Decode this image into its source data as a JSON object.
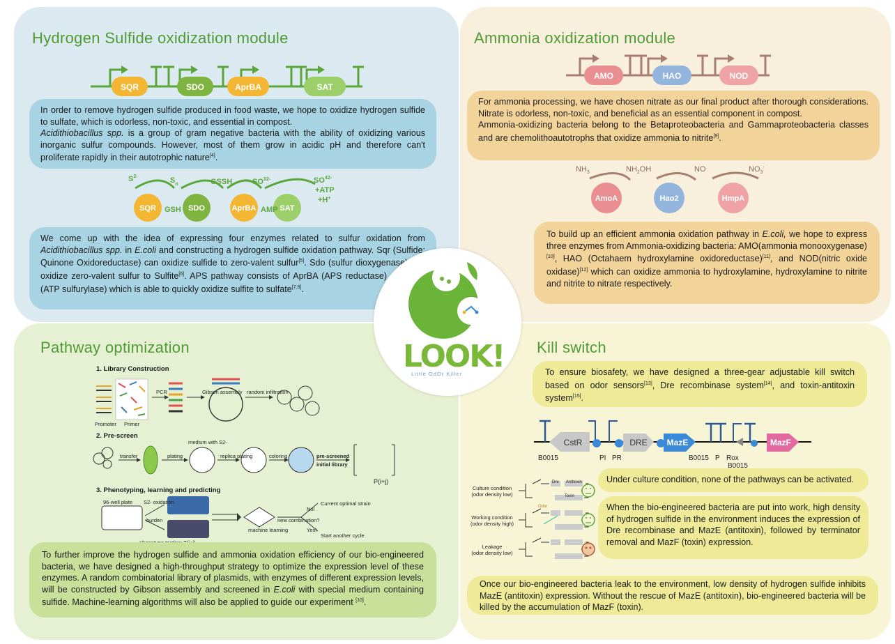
{
  "h2s": {
    "title": "Hydrogen Sulfide oxidization module",
    "accent_color": "#5aa63a",
    "genes": [
      "SQR",
      "SDO",
      "AprBA",
      "SAT"
    ],
    "box1": {
      "p1": "In order to remove hydrogen sulfide produced in food waste, we hope to oxidize hydrogen sulfide to sulfate, which is odorless, non-toxic, and essential in compost.",
      "p2_italic": "Acidithiobacillus spp.",
      "p2_rest": " is a group of gram negative bacteria with the ability of oxidizing various inorganic sulfur compounds. However, most of them grow in acidic pH and therefore can't proliferate rapidly in their autotrophic nature",
      "ref": "[4]",
      "end": "."
    },
    "pathway": {
      "metabolites": [
        "S2-",
        "Sn",
        "GSSH",
        "SO32-",
        "SO42-"
      ],
      "products": [
        "+ATP",
        "+H+"
      ],
      "cofactors": [
        "GSH",
        "AMP"
      ],
      "enzymes": [
        "SQR",
        "SDO",
        "AprBA",
        "SAT"
      ]
    },
    "box2": {
      "t1": "We come up with the idea of expressing four enzymes related to sulfur oxidation from ",
      "t1_it": "Acidithiobacillus spp.",
      "t2": " in ",
      "t2_it": "E.coli",
      "t3": " and constructing a hydrogen sulfide oxidation pathway. Sqr (Sulfide: Quinone Oxidoreductase) can oxidize sulfide to zero-valent sulfur",
      "r1": "[5]",
      "t4": ". Sdo (sulfur dioxygenase) can oxidize zero-valent sulfur to Sulfite",
      "r2": "[6]",
      "t5": ". APS pathway consists of AprBA (APS reductase) and SAT (ATP sulfurylase) which is able to quickly oxidize sulfite to sulfate",
      "r3": "[7,8]",
      "t6": "."
    }
  },
  "nh3": {
    "title": "Ammonia oxidization module",
    "genes": [
      "AMO",
      "HAO",
      "NOD"
    ],
    "box1": {
      "p1": "For ammonia processing, we have chosen nitrate as our final product after thorough considerations. Nitrate is odorless, non-toxic, and beneficial as an essential component in compost.",
      "p2": "Ammonia-oxidizing bacteria belong to the Betaproteobacteria and Gammaproteobacteria classes and are chemolithoautotrophs that oxidize ammonia to nitrite",
      "ref": "[9]",
      "end": "."
    },
    "pathway": {
      "metabolites": [
        "NH3",
        "NH2OH",
        "NO",
        "NO3-"
      ],
      "enzymes": [
        "AmoA",
        "Hao2",
        "HmpA"
      ]
    },
    "box2": {
      "t1": "To build up an efficient ammonia oxidation pathway in ",
      "t1_it": "E.coli,",
      "t2": " we hope to express three enzymes from Ammonia-oxidizing bacteria: AMO(ammonia monooxygenase)",
      "r1": "[10]",
      "t3": ", HAO (Octahaem hydroxylamine oxidoreductase)",
      "r2": "[11]",
      "t4": ", and NOD(nitric oxide oxidase)",
      "r3": "[12]",
      "t5": " which can oxidize ammonia to hydroxylamine, hydroxylamine to nitrite and nitrite to nitrate respectively."
    }
  },
  "path": {
    "title": "Pathway optimization",
    "step1": "1. Library Construction",
    "step1_labels": {
      "pcr": "PCR",
      "gibson": "Gibson assembly",
      "random": "random infiltration",
      "promoter": "Promoter",
      "primer": "Primer"
    },
    "step2": "2. Pre-screen",
    "step2_labels": {
      "transfer": "transfer",
      "plating": "plating",
      "medium": "medium with S2-",
      "replica": "replica plating",
      "coloring": "coloring",
      "prescreened": "pre-screened",
      "initial": "initial library",
      "p": "P(i+j)"
    },
    "step3": "3. Phenotyping, learning and predicting",
    "step3_labels": {
      "plate": "96-well plate",
      "oxidation": "S2- oxidation",
      "burden": "burden",
      "phenotype": "phenotype testing: T(i+j)",
      "ml": "machine learning",
      "newcomb": "new combination?",
      "no": "No!",
      "yes": "Yes!",
      "current": "Current optimal strain",
      "another": "Start another cycle"
    },
    "box": {
      "t1": "To further improve the hydrogen sulfide and ammonia oxidation efficiency of our bio-engineered bacteria, we have designed a high-throughput strategy to optimize the expression level of these enzymes. A random combinatorial library of plasmids, with enzymes of different expression levels, will be constructed by Gibson assembly and screened in ",
      "t1_it": "E.coli",
      "t2": " with special medium containing sulfide. Machine-learning algorithms will also be applied to guide our experiment ",
      "ref": "[10]",
      "end": "."
    }
  },
  "kill": {
    "title": "Kill switch",
    "box1": {
      "t1": "To ensure biosafety, we have designed a three-gear adjustable kill switch based on odor sensors",
      "r1": "[13]",
      "t2": ", Dre recombinase system",
      "r2": "[14]",
      "t3": ", and toxin-antitoxin system",
      "r3": "[15]",
      "t4": "."
    },
    "circuit": {
      "parts": [
        "CstR",
        "DRE",
        "MazE",
        "MazF"
      ],
      "labels": [
        "B0015",
        "PI",
        "PR",
        "B0015",
        "P",
        "Rox",
        "B0015"
      ]
    },
    "conditions": [
      {
        "name": "Culture condition",
        "sub": "(odor density low)"
      },
      {
        "name": "Working condition",
        "sub": "(odor density high)"
      },
      {
        "name": "Leakage",
        "sub": "(odor density low)"
      }
    ],
    "switch_labels": {
      "dre": "Dre",
      "antitoxin": "Antitoxin",
      "toxin": "Toxin",
      "odor": "Odor"
    },
    "box_culture": "Under culture condition, none of the pathways can be activated.",
    "box_working": "When the bio-engineered bacteria are put into work, high density of hydrogen sulfide in the environment induces the expression of Dre recombinase and MazE (antitoxin), followed by terminator removal and MazF (toxin) expression.",
    "box_leak": "Once our bio-engineered bacteria leak to the environment, low density of hydrogen sulfide inhibits MazE (antitoxin) expression. Without the rescue of MazE (antitoxin), bio-engineered bacteria will be killed by the accumulation of MazF (toxin)."
  },
  "logo": {
    "text": "LOOK!",
    "sub": "Little OdOr Killer"
  },
  "colors": {
    "green_title": "#4f9a35",
    "sqr": "#f2b632",
    "sdo": "#7fb440",
    "aprba": "#f2b632",
    "sat": "#9cce6a",
    "amo": "#e98e91",
    "hao": "#93b4dd",
    "nod": "#f0a3a5",
    "brown": "#a87e70"
  }
}
